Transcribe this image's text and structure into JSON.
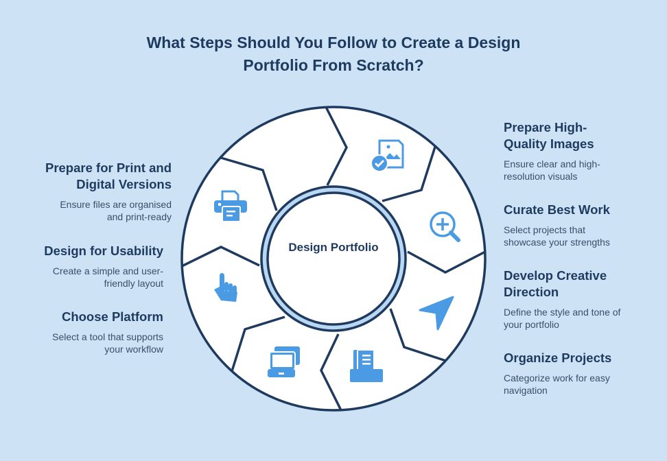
{
  "title": "What Steps Should You Follow to Create a Design Portfolio From Scratch?",
  "center_label": "Design Portfolio",
  "colors": {
    "background": "#cde3f5",
    "navy": "#1f3a5f",
    "icon_blue": "#4a9be3",
    "ring": "#b9d6f2"
  },
  "steps_left": [
    {
      "title": "Prepare for Print and Digital Versions",
      "desc": "Ensure files are organised and print-ready",
      "icon": "printer-icon"
    },
    {
      "title": "Design for Usability",
      "desc": "Create a simple and user-friendly layout",
      "icon": "pointer-hand-icon"
    },
    {
      "title": "Choose Platform",
      "desc": "Select a tool that supports your workflow",
      "icon": "devices-icon"
    }
  ],
  "steps_right": [
    {
      "title": "Prepare High-Quality Images",
      "desc": "Ensure clear and high-resolution visuals",
      "icon": "image-check-icon"
    },
    {
      "title": "Curate Best Work",
      "desc": "Select projects that showcase your strengths",
      "icon": "zoom-in-icon"
    },
    {
      "title": "Develop Creative Direction",
      "desc": "Define the style and tone of your portfolio",
      "icon": "navigation-arrow-icon"
    },
    {
      "title": "Organize Projects",
      "desc": "Categorize work for easy navigation",
      "icon": "document-tray-icon"
    }
  ]
}
